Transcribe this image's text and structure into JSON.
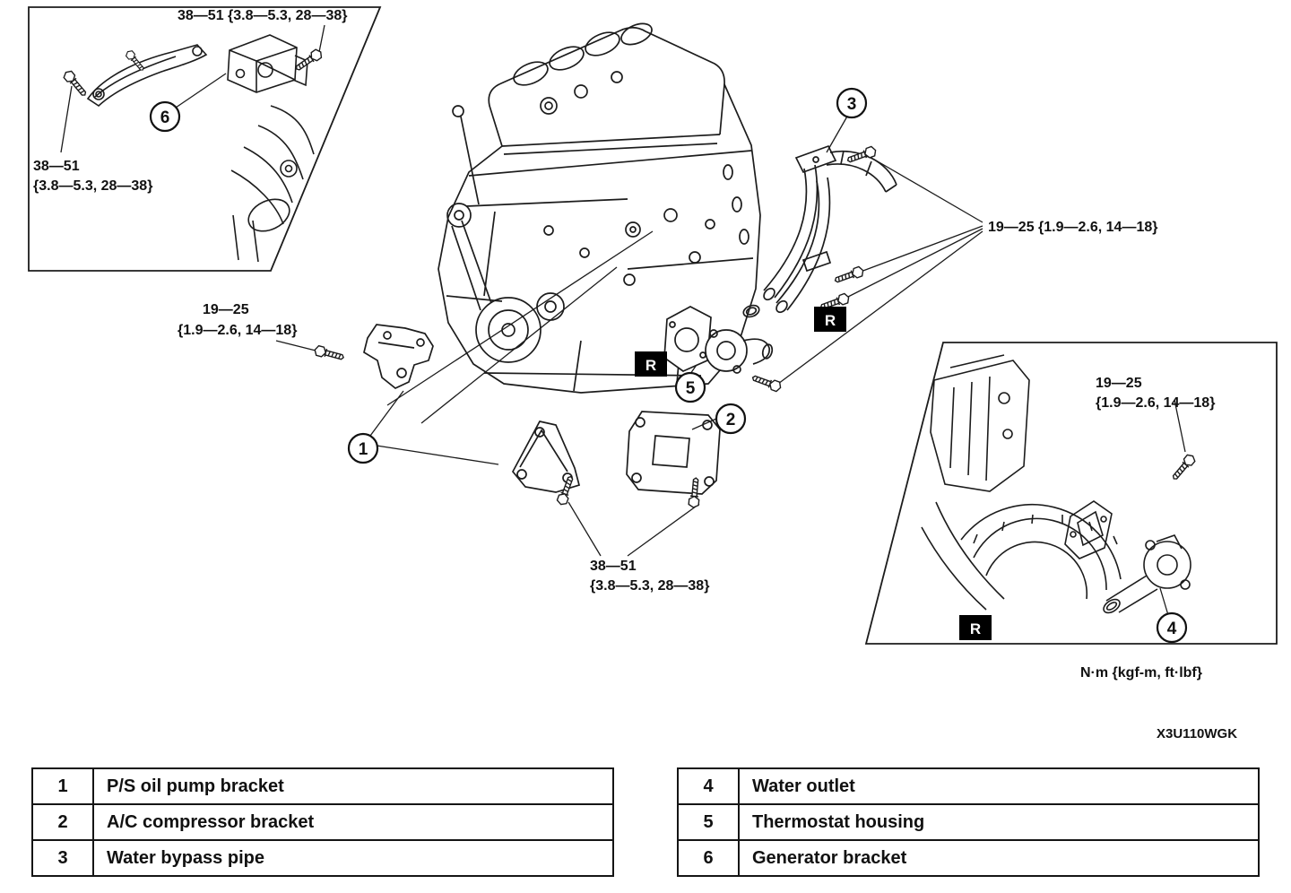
{
  "diagram": {
    "figure_code": "X3U110WGK",
    "units_note": "N·m {kgf-m, ft·lbf}",
    "r_marker": "R",
    "torque": {
      "t38_51_inline": "38—51 {3.8—5.3, 28—38}",
      "t38_51_l1": "38—51",
      "t38_51_l2": "{3.8—5.3, 28—38}",
      "t19_25_inline": "19—25 {1.9—2.6, 14—18}",
      "t19_25_l1": "19—25",
      "t19_25_l2": "{1.9—2.6, 14—18}"
    },
    "callouts": {
      "c1": "1",
      "c2": "2",
      "c3": "3",
      "c4": "4",
      "c5": "5",
      "c6": "6"
    }
  },
  "legend": {
    "left": [
      {
        "num": "1",
        "label": "P/S oil pump bracket"
      },
      {
        "num": "2",
        "label": "A/C compressor bracket"
      },
      {
        "num": "3",
        "label": "Water bypass pipe"
      }
    ],
    "right": [
      {
        "num": "4",
        "label": "Water outlet"
      },
      {
        "num": "5",
        "label": "Thermostat housing"
      },
      {
        "num": "6",
        "label": "Generator bracket"
      }
    ]
  }
}
